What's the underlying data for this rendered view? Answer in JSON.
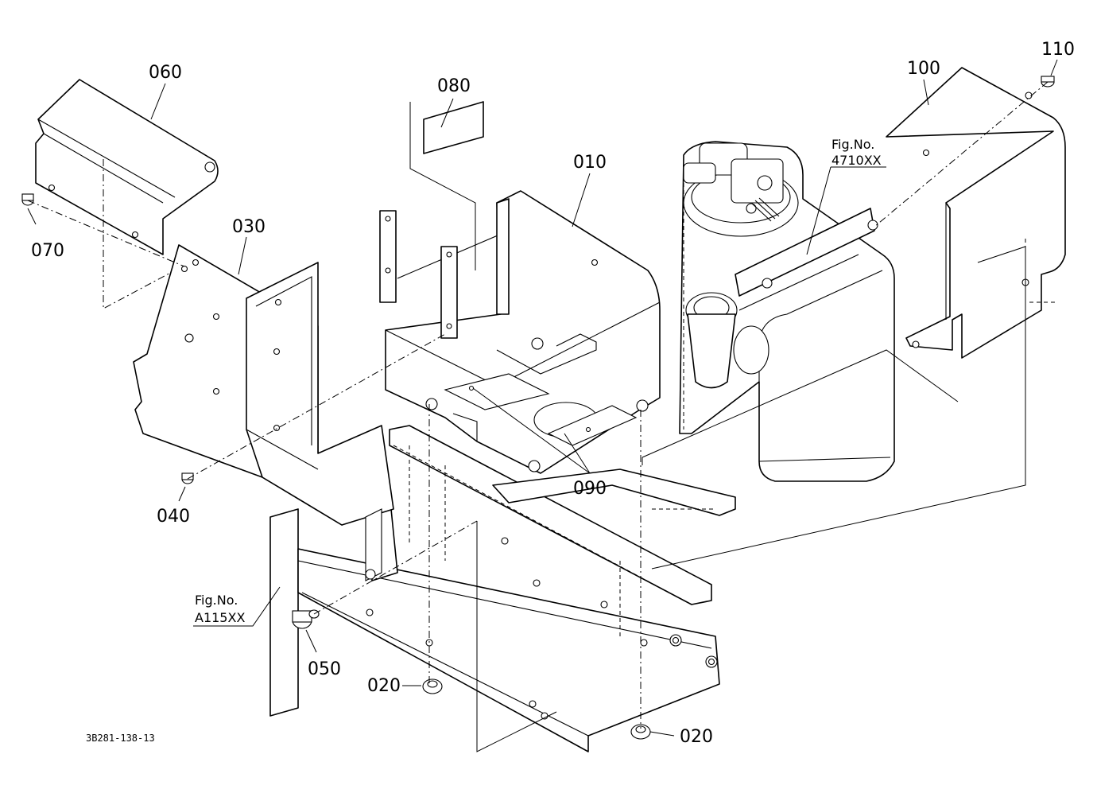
{
  "labels": {
    "p010": "010",
    "p020a": "020",
    "p020b": "020",
    "p030": "030",
    "p040": "040",
    "p050": "050",
    "p060": "060",
    "p070": "070",
    "p080": "080",
    "p090": "090",
    "p100": "100",
    "p110": "110"
  },
  "figrefs": {
    "fig_word": "Fig.No.",
    "engine_ref": "4710XX",
    "frame_ref": "A115XX"
  },
  "drawing_code": "3B281-138-13"
}
